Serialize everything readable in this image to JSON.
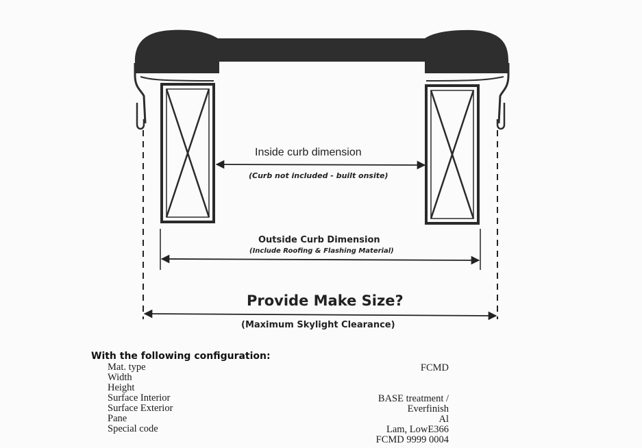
{
  "diagram": {
    "inside_curb_label": "Inside curb dimension",
    "inside_curb_note": "(Curb not included - built onsite)",
    "outside_curb_label": "Outside Curb Dimension",
    "outside_curb_note": "(Include Roofing & Flashing Material)",
    "make_size_label": "Provide Make Size?",
    "make_size_note": "(Maximum Skylight Clearance)"
  },
  "configuration": {
    "heading": "With the following configuration:",
    "labels": [
      "Mat. type",
      "Width",
      "Height",
      "Surface Interior",
      "Surface Exterior",
      "Pane",
      "Special code"
    ],
    "values": [
      "FCMD",
      "",
      "",
      "BASE treatment /",
      "Everfinish",
      "Al",
      "Lam, LowE366",
      "FCMD 9999 0004"
    ]
  }
}
